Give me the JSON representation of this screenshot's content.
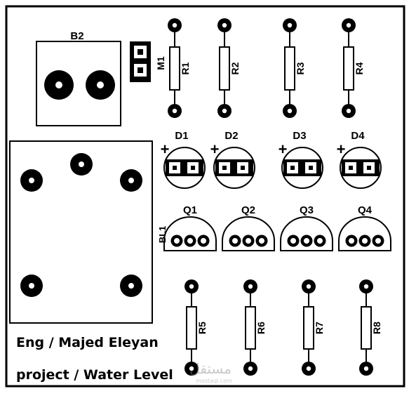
{
  "labels": {
    "b2": "B2",
    "m1": "M1",
    "r1": "R1",
    "r2": "R2",
    "r3": "R3",
    "r4": "R4",
    "d1": "D1",
    "d2": "D2",
    "d3": "D3",
    "d4": "D4",
    "q1": "Q1",
    "q2": "Q2",
    "q3": "Q3",
    "q4": "Q4",
    "bl1": "BL1",
    "r5": "R5",
    "r6": "R6",
    "r7": "R7",
    "r8": "R8",
    "plus": "+"
  },
  "credits": {
    "author": "Eng / Majed Eleyan",
    "project": "project / Water Level"
  },
  "watermark": {
    "text": "مستقل",
    "sub": "mostaql.com"
  },
  "colors": {
    "ink": "#000000",
    "paper": "#ffffff"
  }
}
